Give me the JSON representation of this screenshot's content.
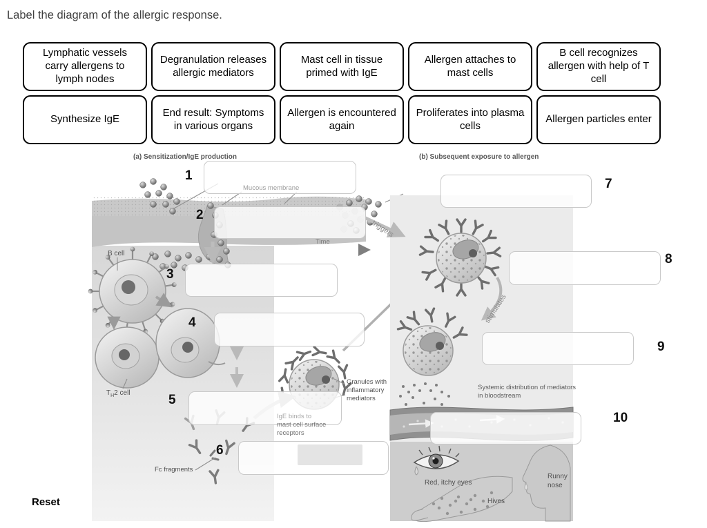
{
  "page": {
    "title": "Label the diagram of the allergic response."
  },
  "word_bank": {
    "tiles": [
      {
        "label": "Lymphatic vessels carry allergens to lymph nodes"
      },
      {
        "label": "Degranulation releases allergic mediators"
      },
      {
        "label": "Mast cell in tissue primed with IgE"
      },
      {
        "label": "Allergen attaches to mast cells"
      },
      {
        "label": "B cell recognizes allergen with help of T cell"
      },
      {
        "label": "Synthesize IgE"
      },
      {
        "label": "End result: Symptoms in various organs"
      },
      {
        "label": "Allergen is encountered again"
      },
      {
        "label": "Proliferates into plasma cells"
      },
      {
        "label": "Allergen particles enter"
      }
    ]
  },
  "diagram": {
    "panel_a_title": "(a) Sensitization/IgE production",
    "panel_b_title": "(b) Subsequent exposure to allergen",
    "drop_zones": [
      {
        "number": "1"
      },
      {
        "number": "2"
      },
      {
        "number": "3"
      },
      {
        "number": "4"
      },
      {
        "number": "5"
      },
      {
        "number": "6"
      },
      {
        "number": "7"
      },
      {
        "number": "8"
      },
      {
        "number": "9"
      },
      {
        "number": "10"
      }
    ],
    "labels": {
      "mucous_membrane": "Mucous membrane",
      "time": "Time",
      "b_cell": "B cell",
      "th2_prefix": "T",
      "th2_sub": "H",
      "th2_suffix": "2 cell",
      "granules": "Granules with inflammatory mediators",
      "ige_binds_line1": "IgE binds to",
      "ige_binds_rest": "mast cell surface receptors",
      "fc_fragments": "Fc fragments",
      "triggers": "triggers",
      "stimulates": "stimulates",
      "systemic": "Systemic distribution of mediators in bloodstream",
      "red_itchy_eyes": "Red, itchy eyes",
      "hives": "Hives",
      "runny_nose": "Runny nose"
    }
  },
  "footer": {
    "reset_label": "Reset"
  }
}
